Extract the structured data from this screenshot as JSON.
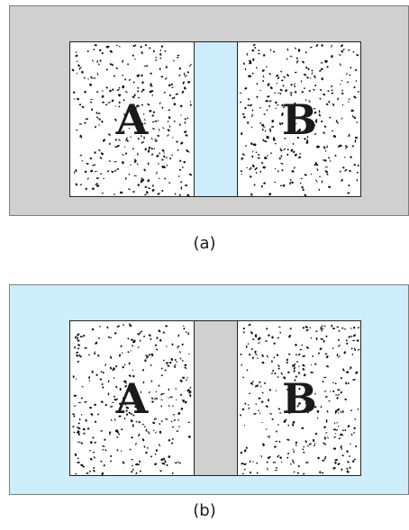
{
  "colors": {
    "gray": "#d0d0d0",
    "blue": "#cdeefa",
    "dots": "#141414"
  },
  "panels": [
    {
      "caption": "(a)",
      "outer_color": "gray",
      "channel_color": "blue",
      "left_label": "A",
      "right_label": "B"
    },
    {
      "caption": "(b)",
      "outer_color": "blue",
      "channel_color": "gray",
      "left_label": "A",
      "right_label": "B"
    }
  ]
}
